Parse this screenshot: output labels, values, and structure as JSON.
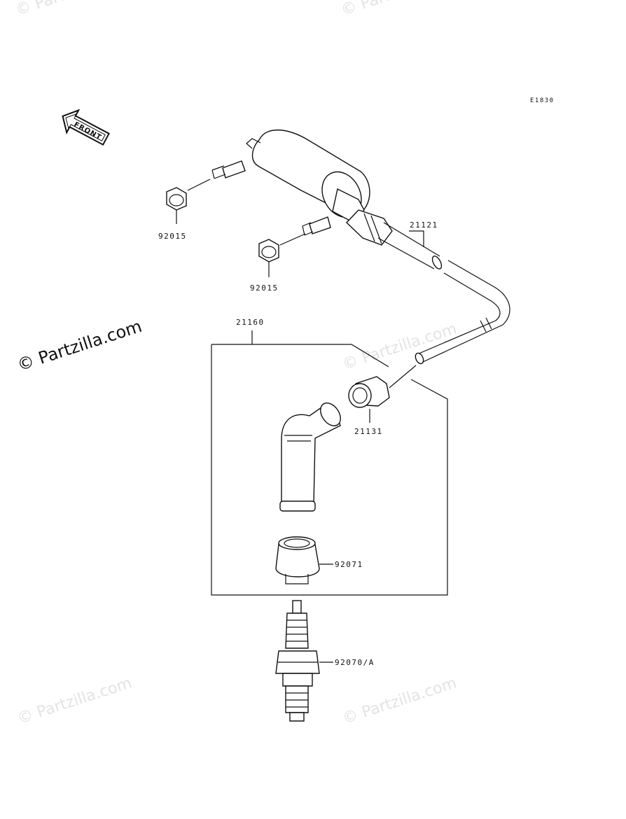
{
  "diagram_code": "E1830",
  "front_label": "FRONT",
  "watermark_main": "© Partzilla.com",
  "watermarks": [
    "© Partzilla.com",
    "© Partzilla.com",
    "© Partzilla.com",
    "© Partzilla.com",
    "© Partzilla.com",
    "© Partzilla.com"
  ],
  "parts": {
    "nut_left": "92015",
    "nut_right": "92015",
    "cable": "21121",
    "cap_assy": "21160",
    "cap": "21131",
    "seal": "92071",
    "spark_plug": "92070/A"
  }
}
